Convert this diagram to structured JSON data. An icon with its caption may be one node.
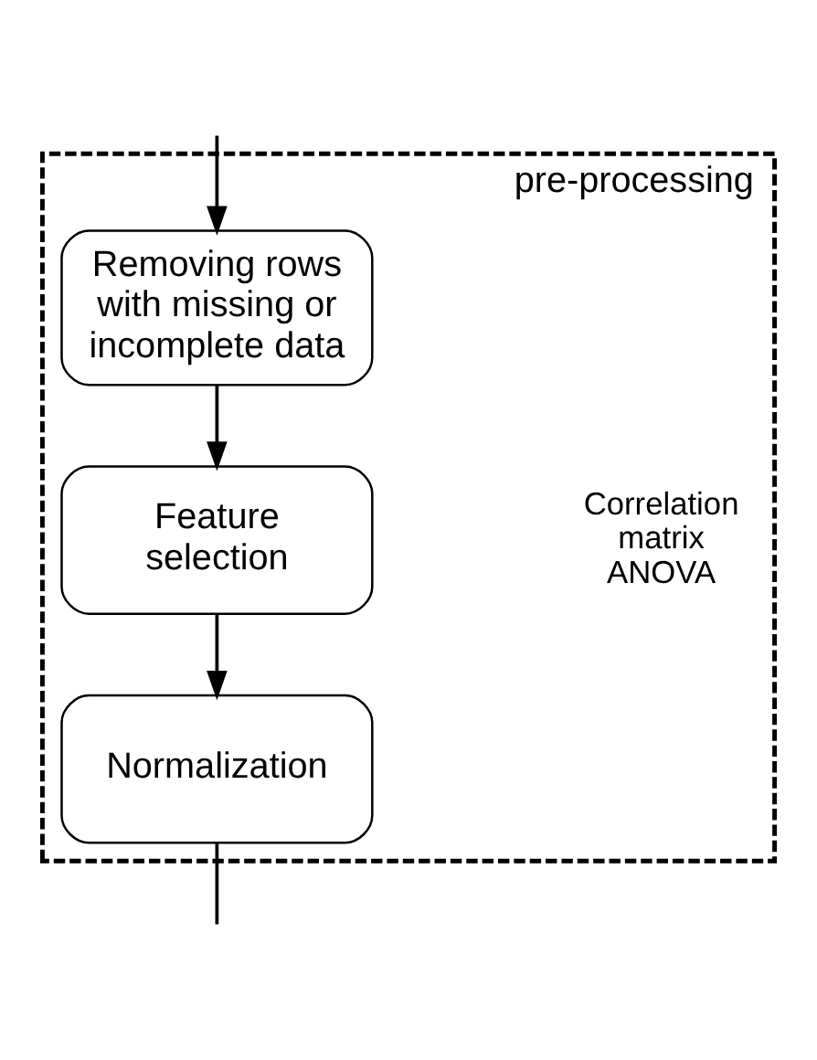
{
  "diagram": {
    "nodes": [
      {
        "text": [
          "pre-processing"
        ]
      },
      {
        "text": [
          "Removing rows with missing or incomplete data"
        ],
        "in": 0
      },
      {
        "text": [
          "Feature selection"
        ],
        "in": 0,
        "beside": [
          "Correlation matrix",
          "ANOVA"
        ]
      },
      {
        "text": [
          "Normalization"
        ],
        "in": 0
      }
    ],
    "edges": [
      {
        "from": null,
        "to": 1,
        "arrow": "to"
      },
      {
        "from": 1,
        "to": 2,
        "arrow": "to"
      },
      {
        "from": 2,
        "to": 3,
        "arrow": "to"
      },
      {
        "from": 3,
        "to": null,
        "arrow": "none"
      }
    ]
  }
}
